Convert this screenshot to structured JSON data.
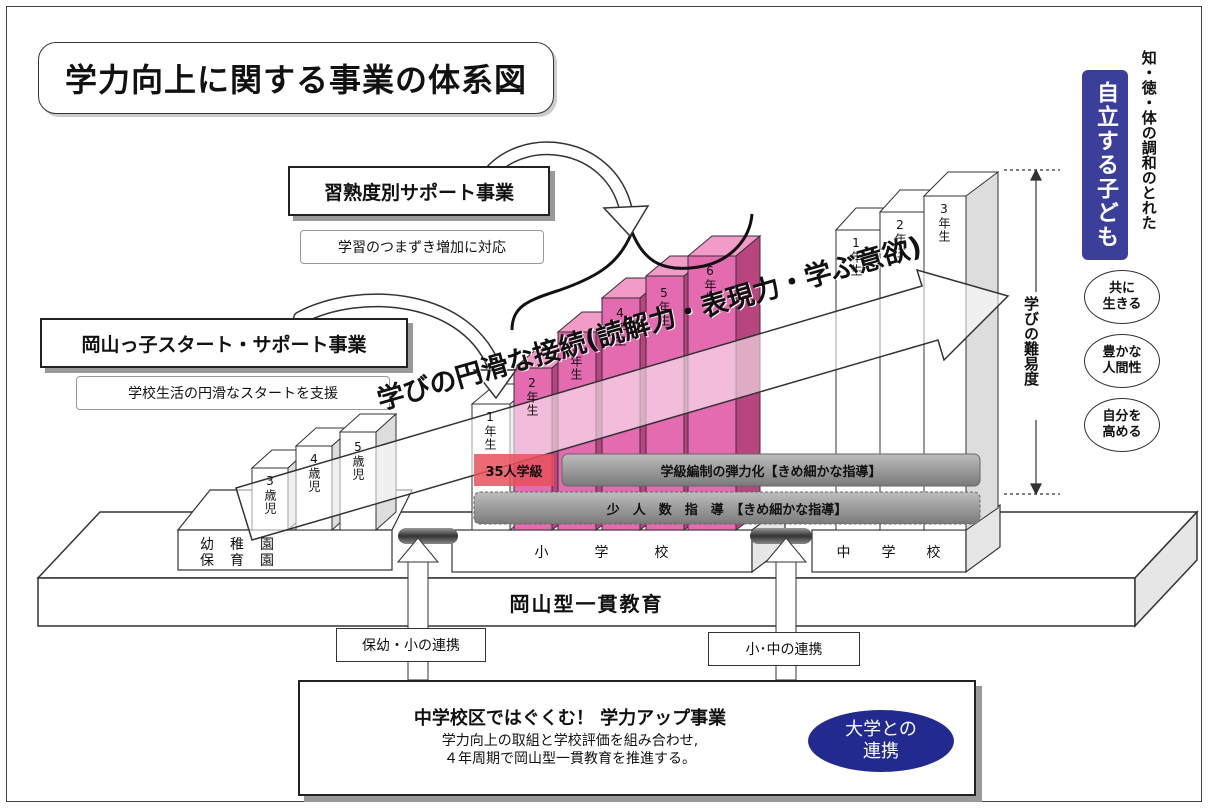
{
  "title": "学力向上に関する事業の体系図",
  "programs": {
    "proficiency": {
      "name": "習熟度別サポート事業",
      "description": "学習のつまずき増加に対応"
    },
    "okayama_start": {
      "name": "岡山っ子スタート・サポート事業",
      "description": "学校生活の円滑なスタートを支援"
    }
  },
  "kindergarten_ages": [
    "3歳児",
    "4歳児",
    "5歳児"
  ],
  "elementary_grades": [
    "1年生",
    "2年生",
    "3年生",
    "4年生",
    "5年生",
    "6年生"
  ],
  "junior_high_grades": [
    "1年生",
    "2年生",
    "3年生"
  ],
  "connection_arrow": "学びの円滑な接続(読解力・表現力・学ぶ意欲)",
  "difficulty_label": "学びの難易度",
  "class_35": "35人学級",
  "flexible_classes": "学級編制の弾力化【きめ細かな指導】",
  "small_group": "少　人　数　指　導　【きめ細かな指導】",
  "stages": {
    "kindergarten_line1": "幼　稚　園",
    "kindergarten_line2": "保　育　園",
    "elementary": "小　　　学　　　校",
    "junior_high": "中　　学　　校"
  },
  "foundation": "岡山型一貫教育",
  "links": {
    "preschool_elementary": "保幼・小の連携",
    "elementary_junior": "小･中の連携"
  },
  "project": {
    "title": "中学校区ではぐくむ！ 学力アップ事業",
    "line1": "学力向上の取組と学校評価を組み合わせ,",
    "line2": "４年周期で岡山型一貫教育を推進する。"
  },
  "university": "大学との\n連携",
  "goal": {
    "autonomy": "自立する子ども",
    "harmony": "知・徳・体の調和のとれた"
  },
  "values": [
    "共に\n生きる",
    "豊かな\n人間性",
    "自分を\n高める"
  ],
  "colors": {
    "pink": "#e56bb0",
    "pink_side": "#b8457f",
    "navy": "#3b3f9a",
    "gray_bar": "#8a8a8a",
    "red_box": "#e8505b"
  }
}
